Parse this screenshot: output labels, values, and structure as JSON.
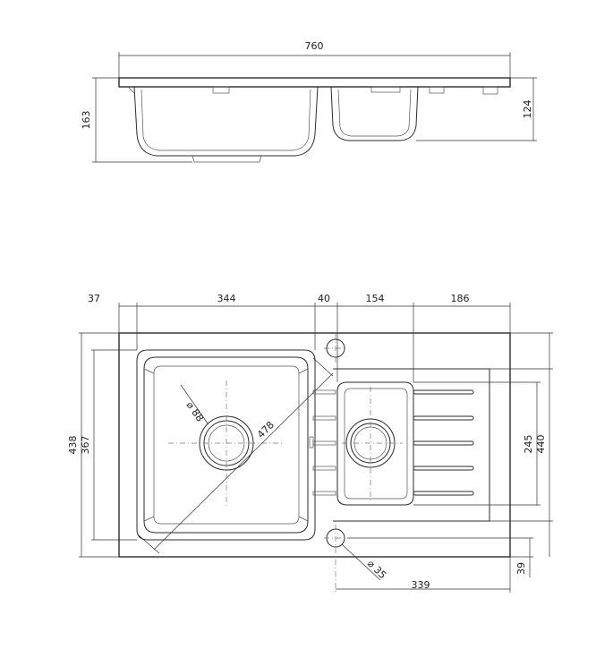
{
  "top_view": {
    "overall_width": "760",
    "overall_depth": "163",
    "small_bowl_depth": "124"
  },
  "plan_view": {
    "segment_1": "37",
    "segment_2": "344",
    "segment_3": "40",
    "segment_4": "154",
    "segment_5": "186",
    "total_depth": "438",
    "large_bowl_depth": "367",
    "small_bowl_depth": "245",
    "drainboard_depth": "440",
    "drain_large_diameter": "88",
    "bowl_diagonal": "478",
    "tap_hole_diameter": "35",
    "tap_hole_x": "339",
    "tap_hole_y": "39"
  }
}
